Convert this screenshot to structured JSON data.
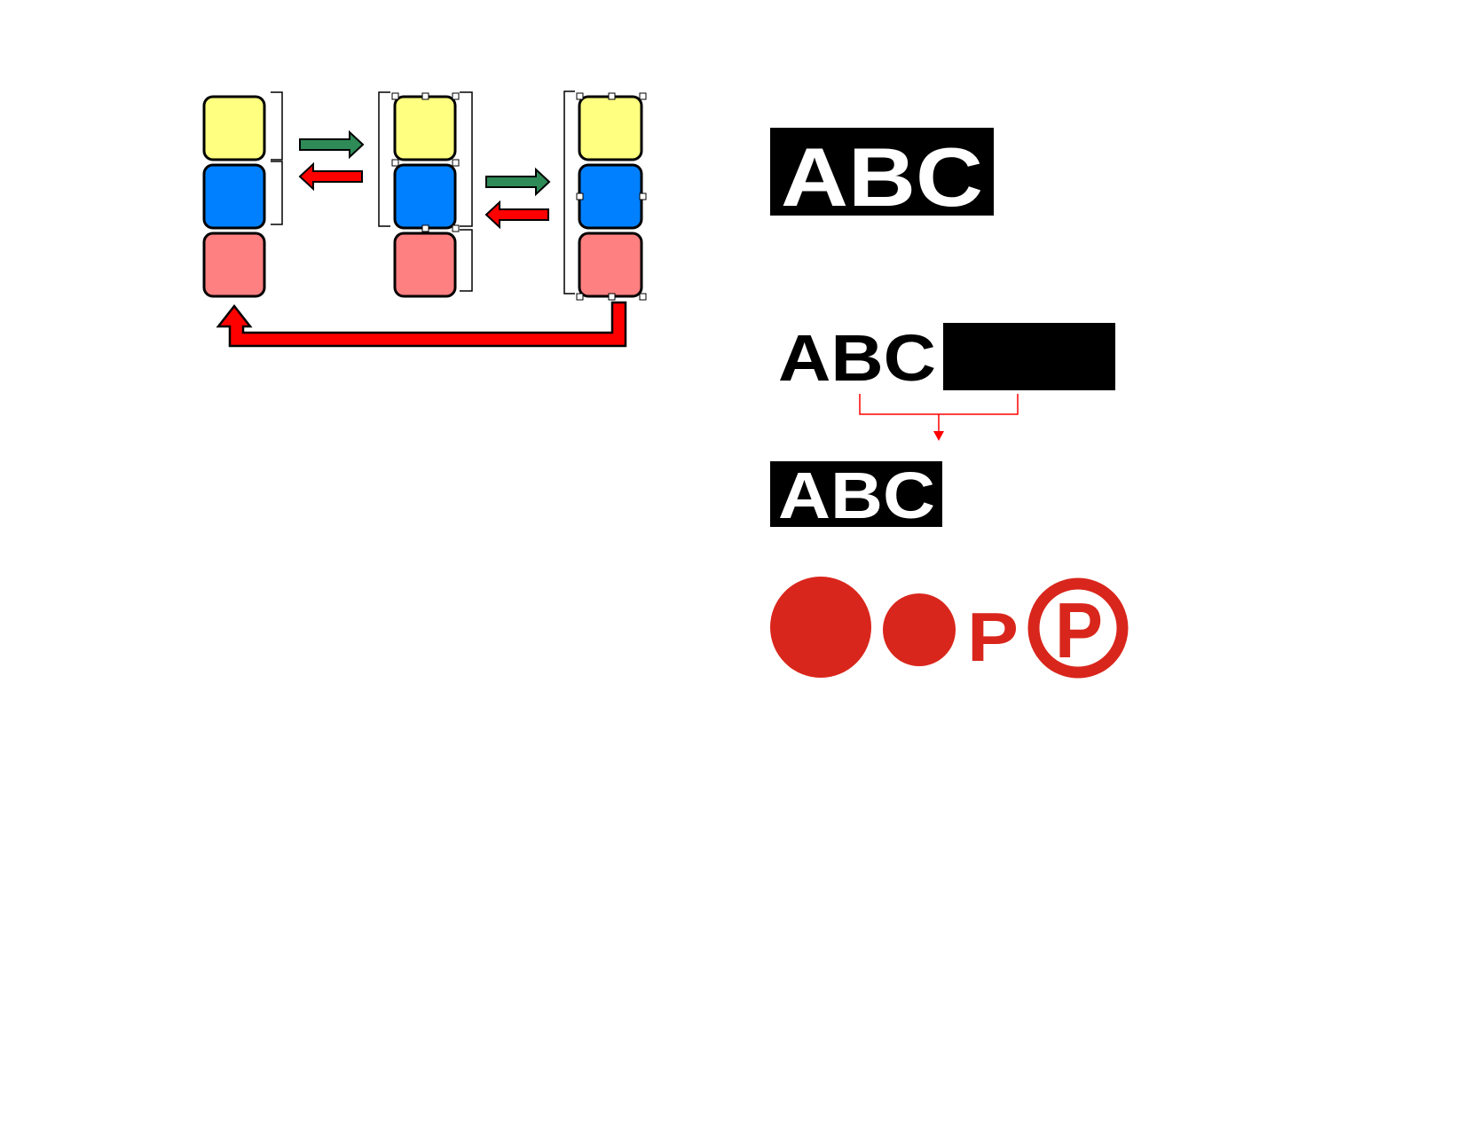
{
  "colors": {
    "yellow": "#FFFF80",
    "blue": "#0080FF",
    "pink": "#FF8080",
    "green_arrow": "#2E8B57",
    "red_arrow": "#FF0000",
    "black": "#000000",
    "white": "#FFFFFF",
    "logo_red": "#D9261C"
  },
  "texts": {
    "abc_inverted_large": "ABC",
    "abc_plain": "ABC",
    "abc_inverted_small": "ABC",
    "p_plain": "P",
    "p_circled": "P"
  },
  "icons": {
    "large_dot": "filled-circle-icon",
    "medium_dot": "filled-circle-icon",
    "circled_p": "circled-p-icon"
  }
}
